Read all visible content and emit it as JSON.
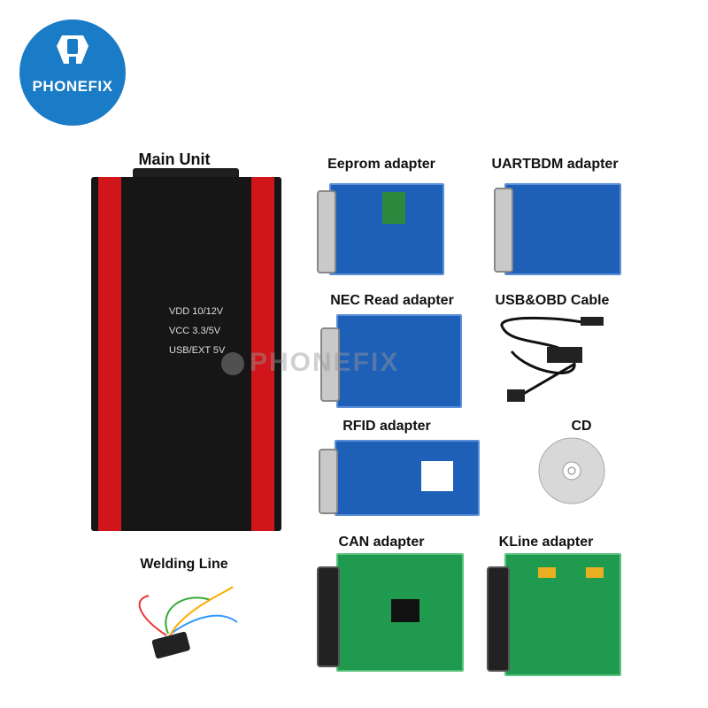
{
  "brand": {
    "name": "PHONEFIX",
    "color": "#1a7cc6"
  },
  "watermark": "PHONEFIX",
  "main_unit": {
    "label": "Main Unit",
    "specs": [
      "VDD 10/12V",
      "VCC 3.3/5V",
      "USB/EXT 5V"
    ]
  },
  "items": {
    "eeprom": "Eeprom adapter",
    "uartbdm": "UARTBDM adapter",
    "nec": "NEC Read adapter",
    "usbobd": "USB&OBD Cable",
    "rfid": "RFID adapter",
    "cd": "CD",
    "can": "CAN adapter",
    "kline": "KLine adapter",
    "welding": "Welding Line"
  }
}
